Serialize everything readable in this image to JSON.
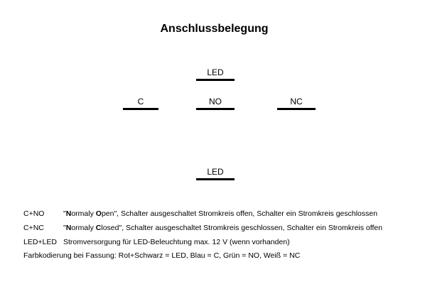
{
  "title": "Anschlussbelegung",
  "pins": {
    "led_top": "LED",
    "c": "C",
    "no": "NO",
    "nc": "NC",
    "led_bottom": "LED"
  },
  "legend": [
    {
      "key": "C+NO",
      "q_open": "\"",
      "b1": "N",
      "t1": "ormaly ",
      "b2": "O",
      "t2": "pen\", Schalter ausgeschaltet Stromkreis offen, Schalter ein Stromkreis geschlossen"
    },
    {
      "key": "C+NC",
      "q_open": "\"",
      "b1": "N",
      "t1": "ormaly ",
      "b2": "C",
      "t2": "losed\", Schalter ausgeschaltet Stromkreis geschlossen, Schalter ein Stromkreis offen"
    },
    {
      "key": "LED+LED",
      "text": "Stromversorgung für LED-Beleuchtung max. 12 V (wenn vorhanden)"
    }
  ],
  "color_coding": "Farbkodierung bei Fassung: Rot+Schwarz = LED, Blau = C, Grün = NO, Weiß = NC"
}
